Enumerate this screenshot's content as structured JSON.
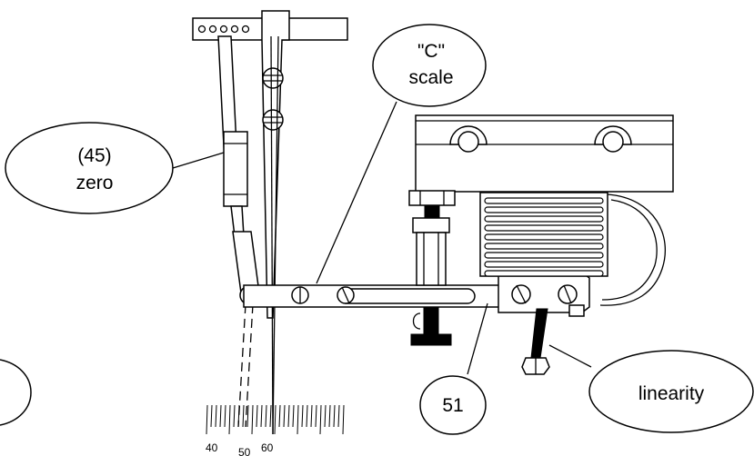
{
  "callouts": {
    "c_scale": {
      "line1": "\"C\"",
      "line2": "scale"
    },
    "zero": {
      "line1": "(45)",
      "line2": "zero"
    },
    "item_51": {
      "label": "51"
    },
    "linearity": {
      "label": "linearity"
    }
  },
  "scale": {
    "labels": [
      "40",
      "50",
      "60"
    ]
  }
}
